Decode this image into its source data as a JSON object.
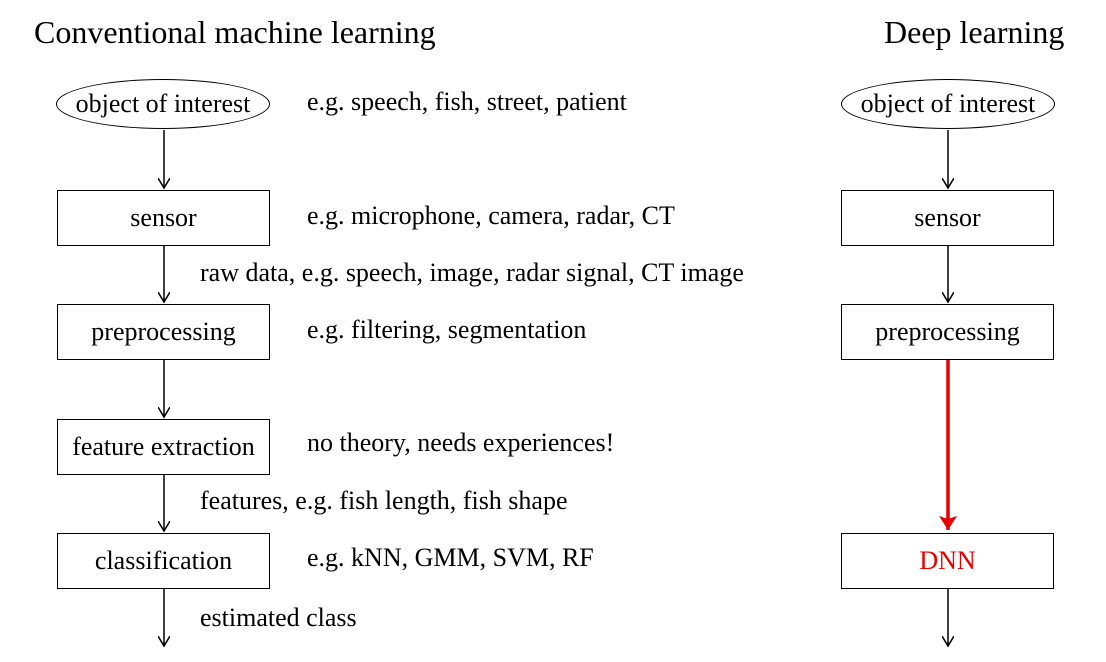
{
  "left": {
    "title": "Conventional machine learning",
    "nodes": {
      "object": "object of interest",
      "sensor": "sensor",
      "preprocessing": "preprocessing",
      "feature_extraction": "feature extraction",
      "classification": "classification"
    },
    "notes": {
      "object": "e.g. speech, fish, street, patient",
      "sensor": "e.g. microphone, camera, radar, CT",
      "raw_data": "raw data, e.g. speech, image, radar signal, CT image",
      "preprocessing": "e.g. filtering, segmentation",
      "feature_extraction": "no theory, needs experiences!",
      "features": "features, e.g. fish length, fish shape",
      "classification": "e.g. kNN, GMM, SVM, RF",
      "output": "estimated class"
    }
  },
  "right": {
    "title": "Deep learning",
    "nodes": {
      "object": "object of interest",
      "sensor": "sensor",
      "preprocessing": "preprocessing",
      "dnn": "DNN"
    }
  },
  "colors": {
    "highlight": "#e60000",
    "line": "#000000"
  }
}
